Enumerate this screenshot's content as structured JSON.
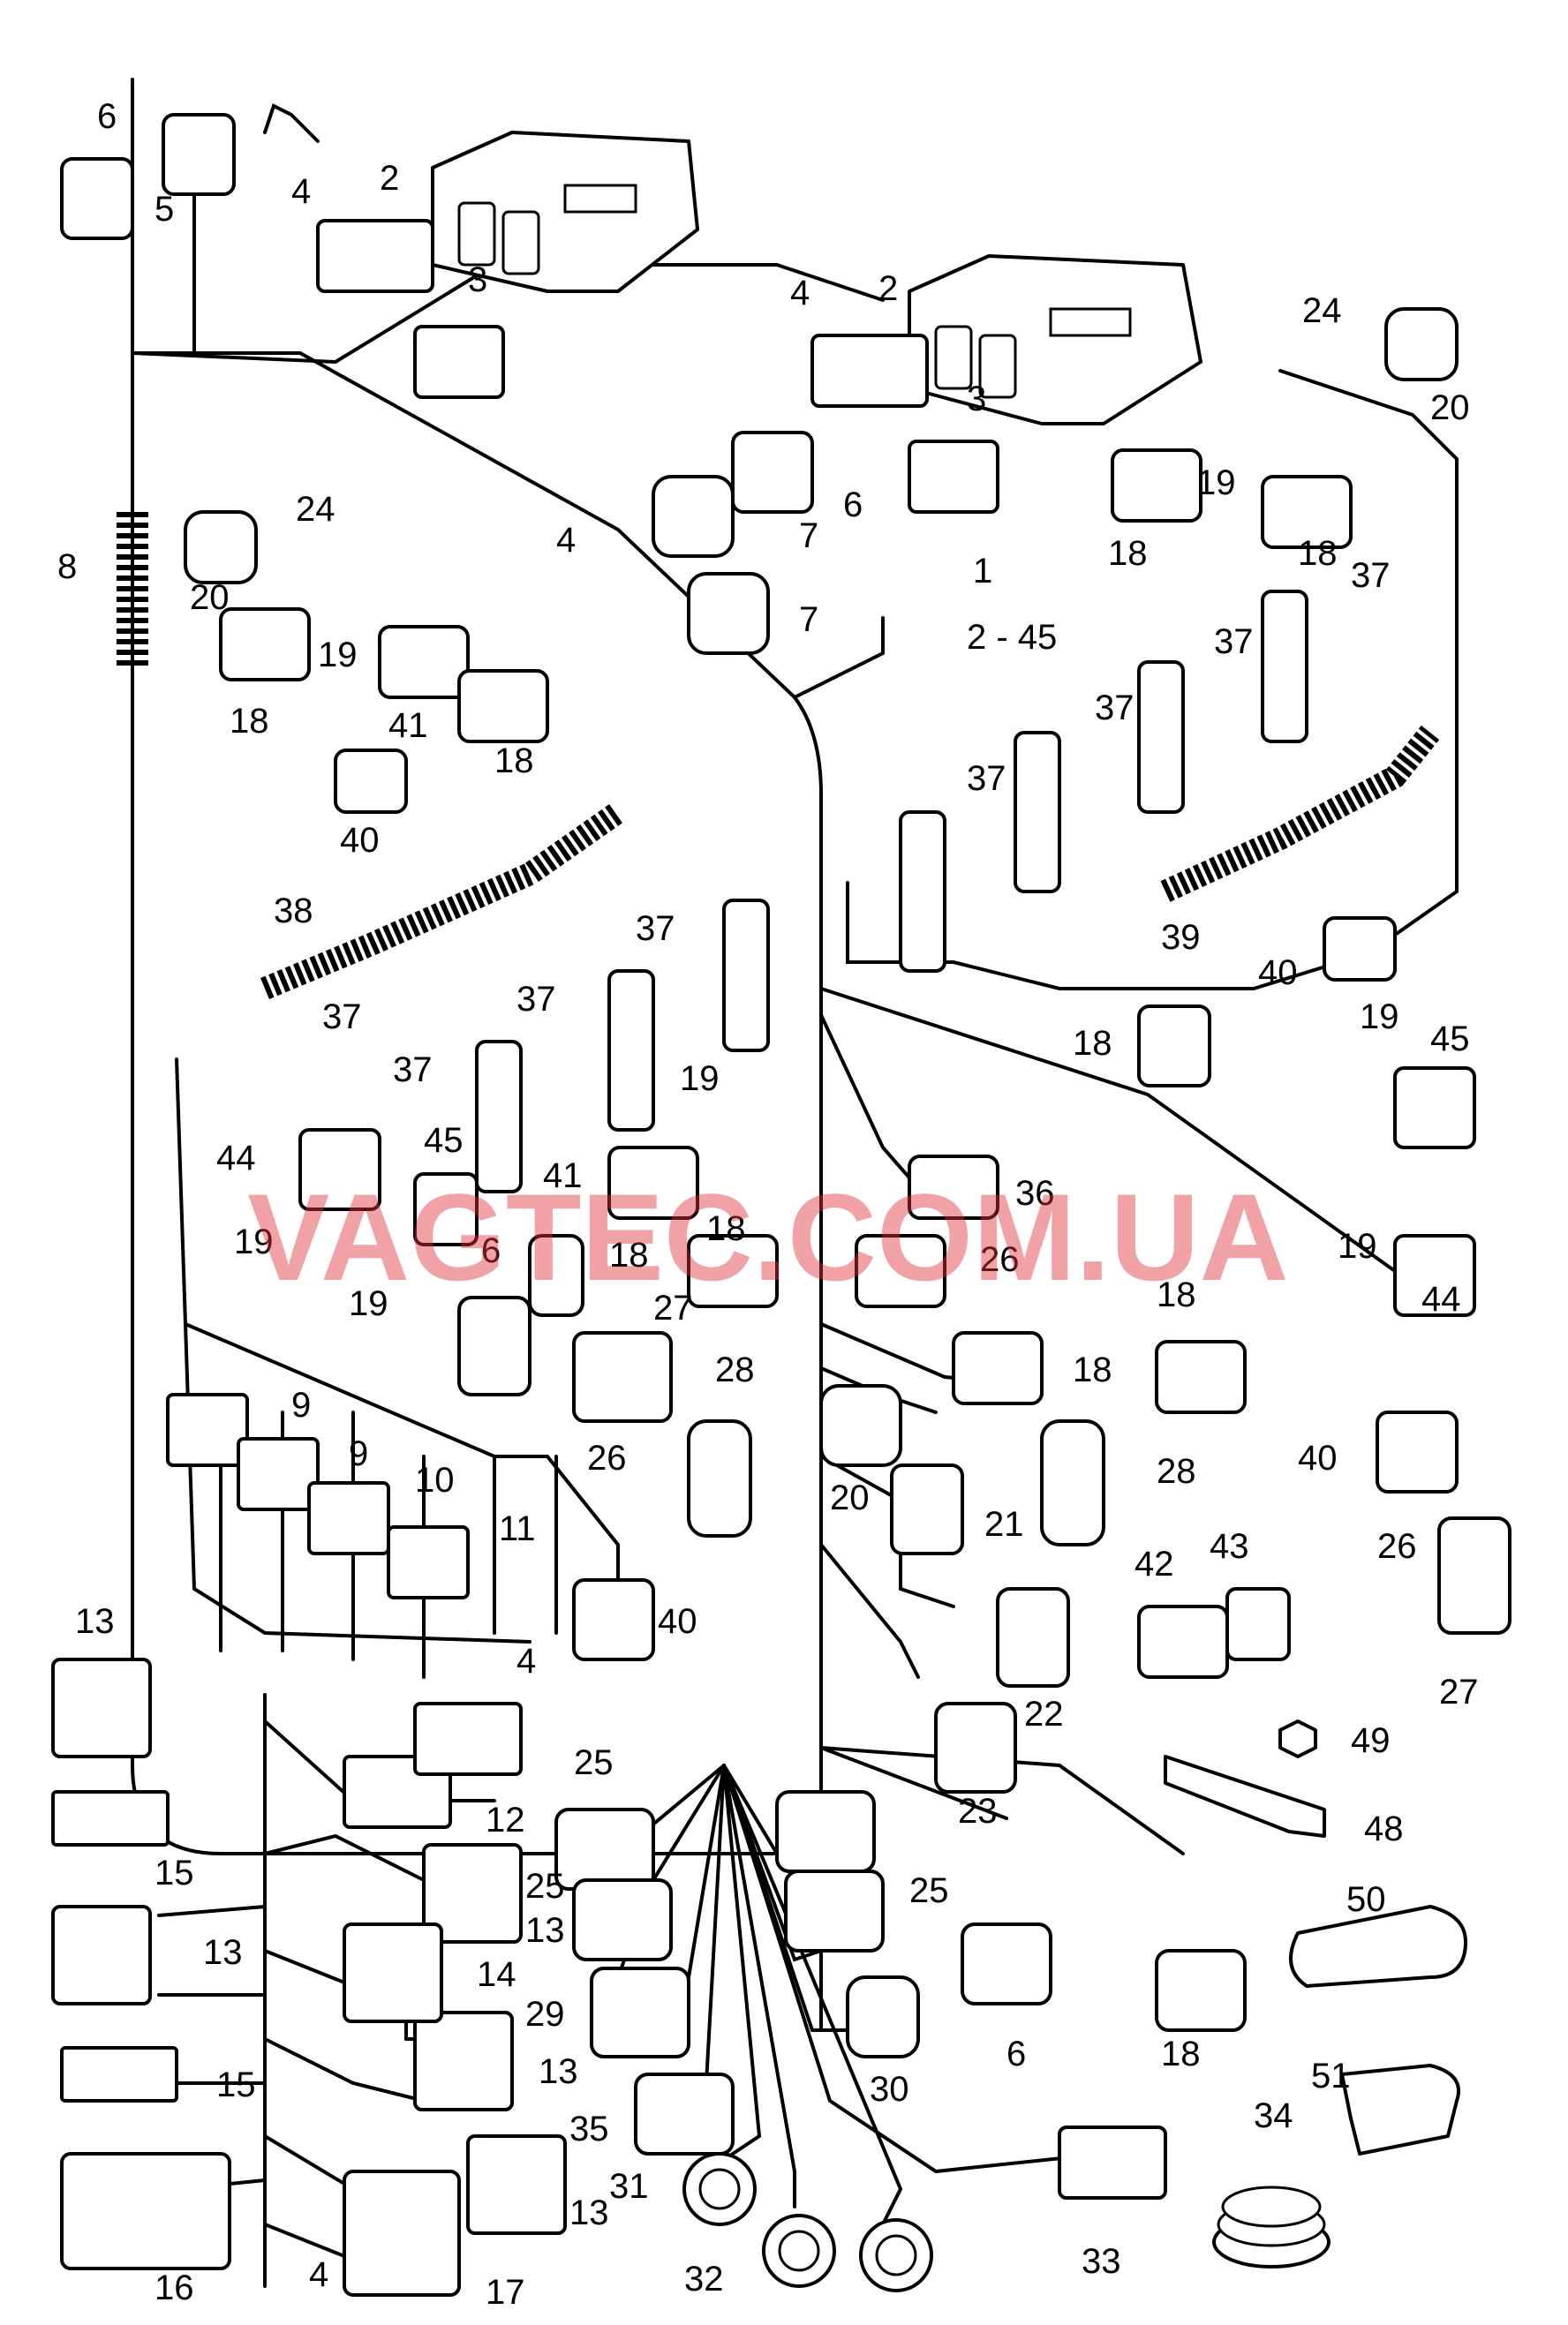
{
  "diagram": {
    "labels": [
      "1",
      "2 - 45",
      "2",
      "3",
      "4",
      "5",
      "6",
      "7",
      "8",
      "9",
      "10",
      "11",
      "12",
      "13",
      "14",
      "15",
      "16",
      "17",
      "18",
      "19",
      "20",
      "21",
      "22",
      "23",
      "24",
      "25",
      "26",
      "27",
      "28",
      "29",
      "30",
      "31",
      "32",
      "33",
      "34",
      "35",
      "36",
      "37",
      "38",
      "39",
      "40",
      "41",
      "42",
      "43",
      "44",
      "45",
      "48",
      "49",
      "50",
      "51"
    ],
    "watermark": "VAGTEC.COM.UA",
    "watermark_color": "#e0303a"
  }
}
